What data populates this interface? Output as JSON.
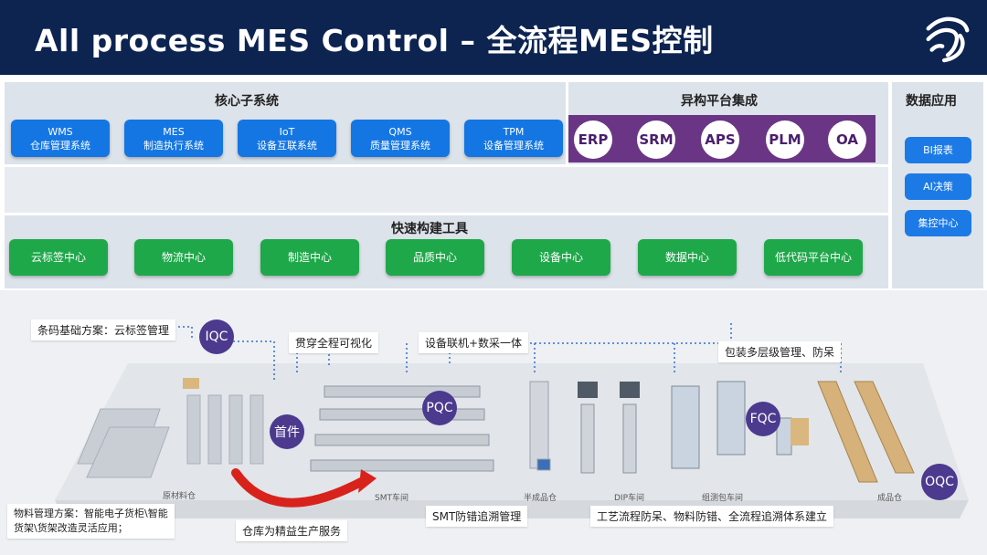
{
  "header": {
    "title": "All process MES Control – 全流程MES控制",
    "logo_icon": "stylized-wave-logo-icon"
  },
  "core": {
    "title": "核心子系统",
    "items": [
      {
        "name": "WMS",
        "desc": "仓库管理系统"
      },
      {
        "name": "MES",
        "desc": "制造执行系统"
      },
      {
        "name": "IoT",
        "desc": "设备互联系统"
      },
      {
        "name": "QMS",
        "desc": "质量管理系统"
      },
      {
        "name": "TPM",
        "desc": "设备管理系统"
      }
    ]
  },
  "hetero": {
    "title": "异构平台集成",
    "items": [
      "ERP",
      "SRM",
      "APS",
      "PLM",
      "OA"
    ]
  },
  "data_app": {
    "title": "数据应用",
    "items": [
      "BI报表",
      "AI决策",
      "集控中心"
    ]
  },
  "tools": {
    "title": "快速构建工具",
    "items": [
      "云标签中心",
      "物流中心",
      "制造中心",
      "品质中心",
      "设备中心",
      "数据中心",
      "低代码平台中心"
    ]
  },
  "factory": {
    "callouts": {
      "barcode": "条码基础方案：云标签管理",
      "visual": "贯穿全程可视化",
      "equipment": "设备联机+数采一体",
      "package": "包装多层级管理、防呆",
      "material_1": "物料管理方案：智能电子货柜\\智能",
      "material_2": "货架\\货架改造灵活应用；",
      "warehouse": "仓库为精益生产服务",
      "smt_trace": "SMT防错追溯管理",
      "process": "工艺流程防呆、物料防错、全流程追溯体系建立"
    },
    "qc": {
      "iqc": "IQC",
      "first": "首件",
      "pqc": "PQC",
      "fqc": "FQC",
      "oqc": "OQC"
    },
    "areas": [
      "原材料仓",
      "SMT车间",
      "半成品仓",
      "DIP车间",
      "组测包车间",
      "成品仓"
    ]
  },
  "colors": {
    "header_bg": "#0d2451",
    "blue_button": "#1476e3",
    "green_button": "#1fa84a",
    "purple_band": "#6b3585",
    "qc_circle": "#4b3a8e",
    "arrow_red": "#d8231c"
  }
}
